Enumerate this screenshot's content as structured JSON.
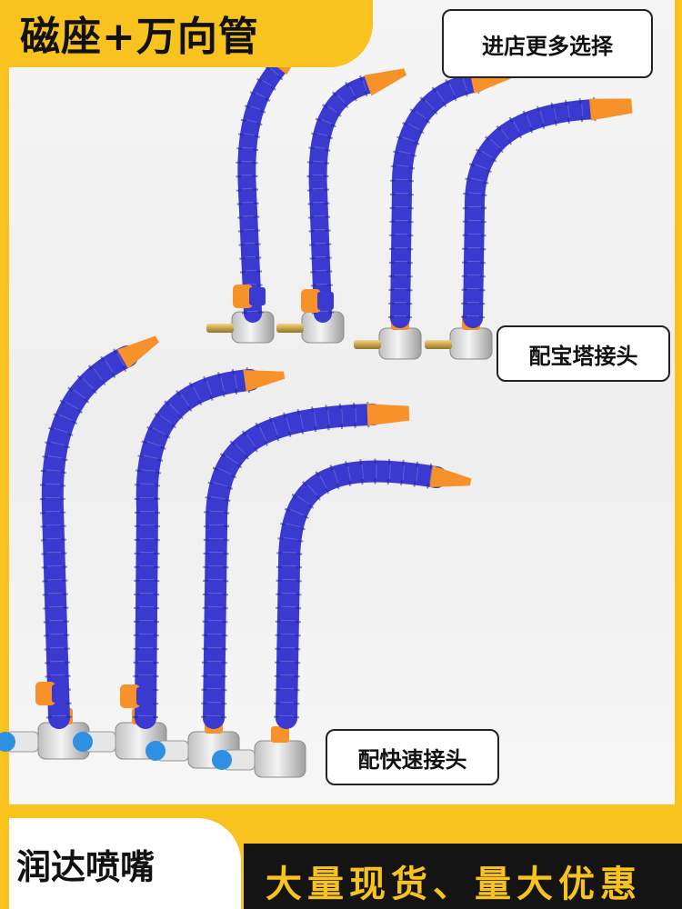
{
  "header": {
    "title": "磁座+万向管"
  },
  "labels": {
    "store_button": "进店更多选择",
    "barb_fitting": "配宝塔接头",
    "quick_fitting": "配快速接头"
  },
  "footer": {
    "brand": "润达喷嘴",
    "promo": "大量现货、量大优惠"
  },
  "colors": {
    "accent_yellow": "#f9c31f",
    "hose_blue": "#3b3ad0",
    "nozzle_orange": "#f7912a",
    "dark_bar": "#141414"
  },
  "icons": [
    "flexible-coolant-hose-icon",
    "magnetic-base-icon",
    "round-nozzle-icon",
    "flat-nozzle-icon",
    "valve-handle-icon"
  ]
}
